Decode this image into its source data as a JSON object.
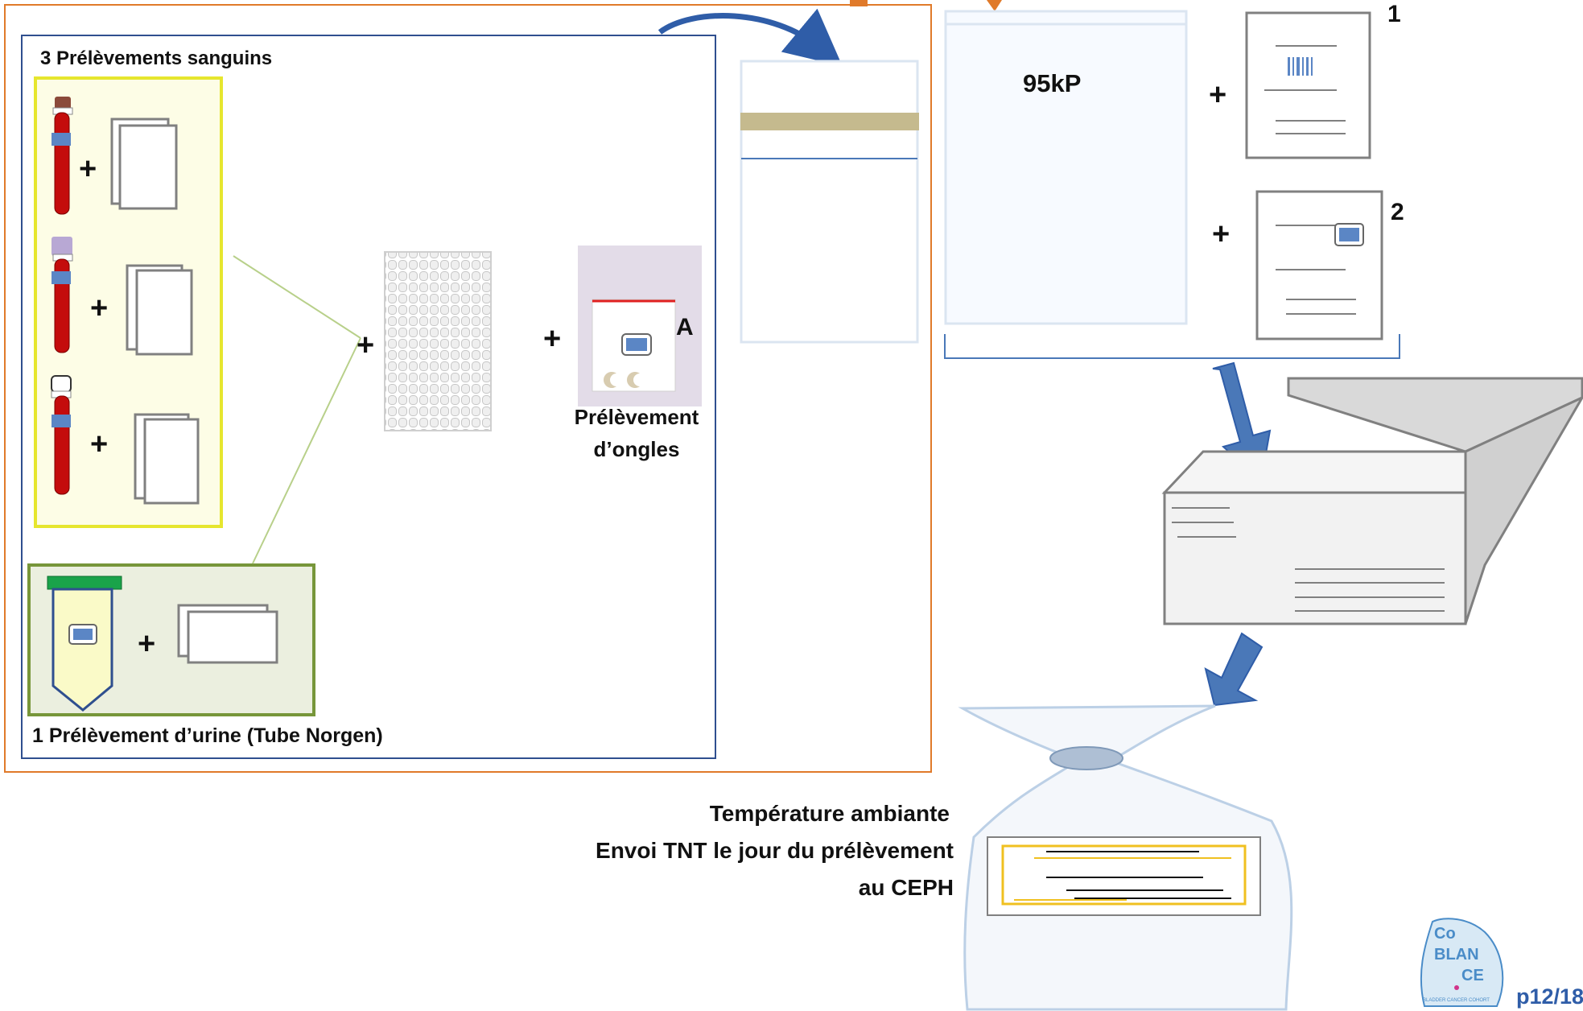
{
  "labels": {
    "blood_title": "3 Prélèvements sanguins",
    "urine_title": "1 Prélèvement d’urine (Tube Norgen)",
    "nail_caption_line1": "Prélèvement",
    "nail_caption_line2": "d’ongles",
    "nail_letter": "A",
    "bag_label": "95kP",
    "form1_number": "1",
    "form2_number": "2",
    "plus_sign": "+",
    "shipping_line1": "Température ambiante",
    "shipping_line2": "Envoi TNT le jour du prélèvement",
    "shipping_line3": "au CEPH",
    "page_number": "p12/18"
  },
  "logo": {
    "line1": "Co",
    "line2": "BLAN",
    "line3": "CE",
    "tagline": "BLADDER CANCER COHORT"
  },
  "colors": {
    "outer_frame": "#e07a2a",
    "inner_frame": "#2f4f8f",
    "blood_group_bg": "#fdfde6",
    "blood_group_border": "#e6e62e",
    "urine_group_bg": "#ebefdf",
    "urine_group_border": "#77963a",
    "tube_red": "#c40c0c",
    "arrow_blue": "#4a78b8",
    "connector": "#b8d08a",
    "tape": "#c5ba8e",
    "label_yellow": "#f0c020",
    "page_number": "#2f5da8",
    "logo_blue": "#4a8cc8"
  }
}
